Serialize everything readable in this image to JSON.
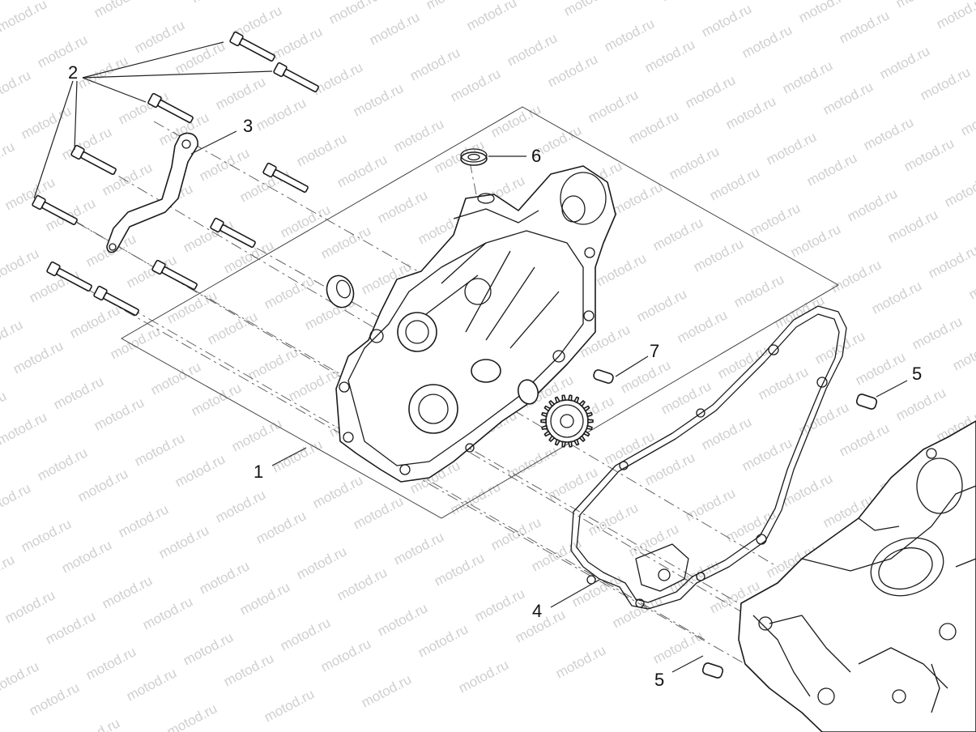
{
  "watermark": "motod.ru",
  "callouts": {
    "c1": "1",
    "c2": "2",
    "c3": "3",
    "c4": "4",
    "c5a": "5",
    "c5b": "5",
    "c6": "6",
    "c7": "7"
  },
  "colors": {
    "line": "#1a1a1a",
    "watermark": "#cfcfcf",
    "background": "#ffffff"
  }
}
